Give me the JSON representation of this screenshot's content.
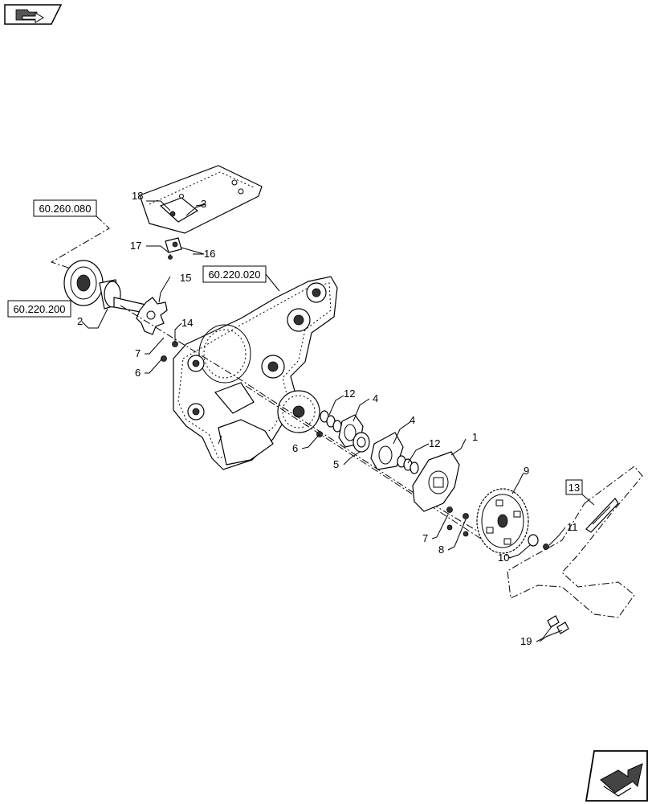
{
  "nav": {
    "back_icon": "folder-back-arrow-icon",
    "next_icon": "next-page-arrow-icon"
  },
  "references": {
    "ref_260_080": "60.260.080",
    "ref_220_020": "60.220.020",
    "ref_220_200": "60.220.200"
  },
  "callouts": {
    "c1": "1",
    "c2": "2",
    "c3": "3",
    "c4a": "4",
    "c4b": "4",
    "c5": "5",
    "c6a": "6",
    "c6b": "6",
    "c7a": "7",
    "c7b": "7",
    "c8": "8",
    "c9": "9",
    "c10": "10",
    "c11": "11",
    "c12a": "12",
    "c12b": "12",
    "c13": "13",
    "c14": "14",
    "c15": "15",
    "c16": "16",
    "c17": "17",
    "c18": "18",
    "c19": "19"
  }
}
